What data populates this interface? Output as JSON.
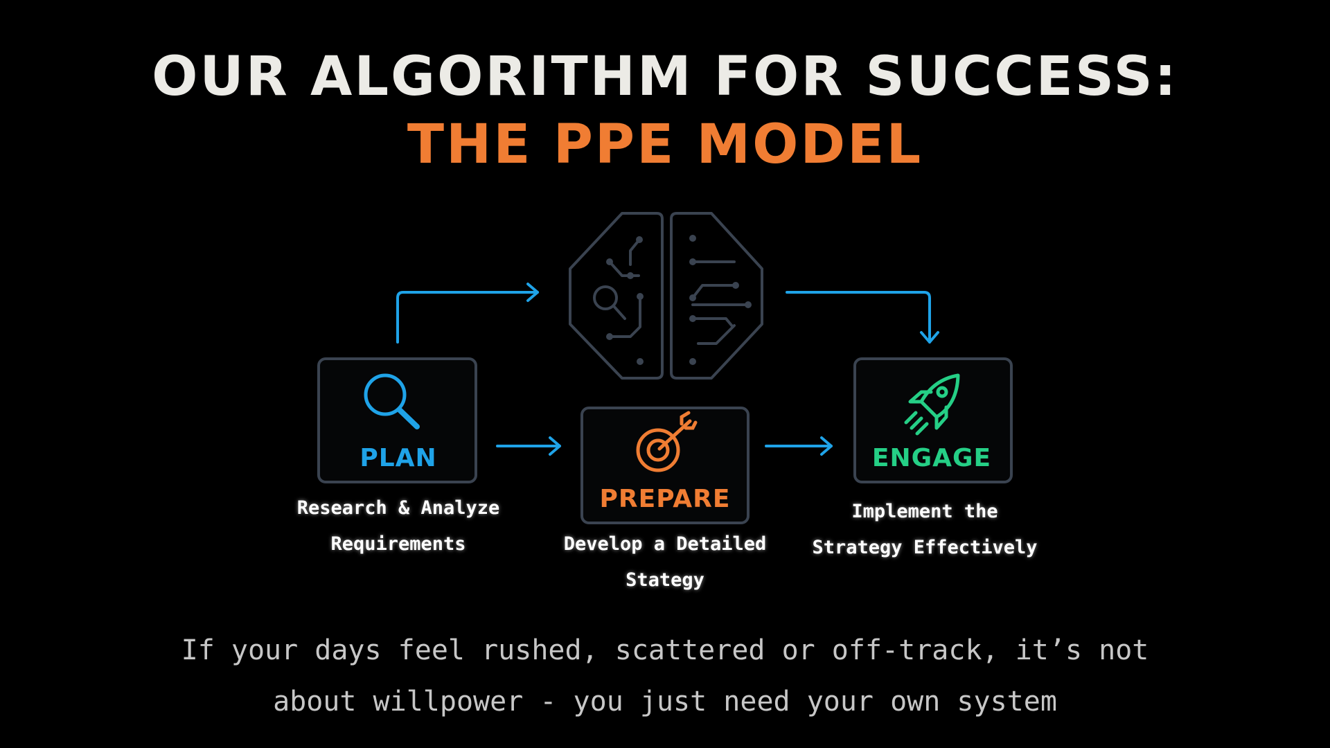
{
  "slide": {
    "title_line1": "OUR ALGORITHM FOR SUCCESS:",
    "title_line2": "THE PPE MODEL",
    "tagline_line1": "If your days feel rushed, scattered or off-track, it’s not",
    "tagline_line2": "about willpower - you just need your own system"
  },
  "steps": [
    {
      "label": "PLAN",
      "icon": "magnifier-icon",
      "color": "#1fa3e8",
      "caption_line1": "Research & Analyze",
      "caption_line2": "Requirements"
    },
    {
      "label": "PREPARE",
      "icon": "target-icon",
      "color": "#f07d33",
      "caption_line1": "Develop a Detailed",
      "caption_line2": "Stategy"
    },
    {
      "label": "ENGAGE",
      "icon": "rocket-icon",
      "color": "#25cf86",
      "caption_line1": "Implement the",
      "caption_line2": "Strategy Effectively"
    }
  ],
  "center_icon": "brain-circuit-icon",
  "colors": {
    "background": "#000000",
    "title": "#ecebe6",
    "accent": "#f07d33",
    "arrows": "#1fa3e8",
    "box_border": "#3a4350",
    "caption": "#ffffff",
    "tagline": "#c7c7c7"
  }
}
